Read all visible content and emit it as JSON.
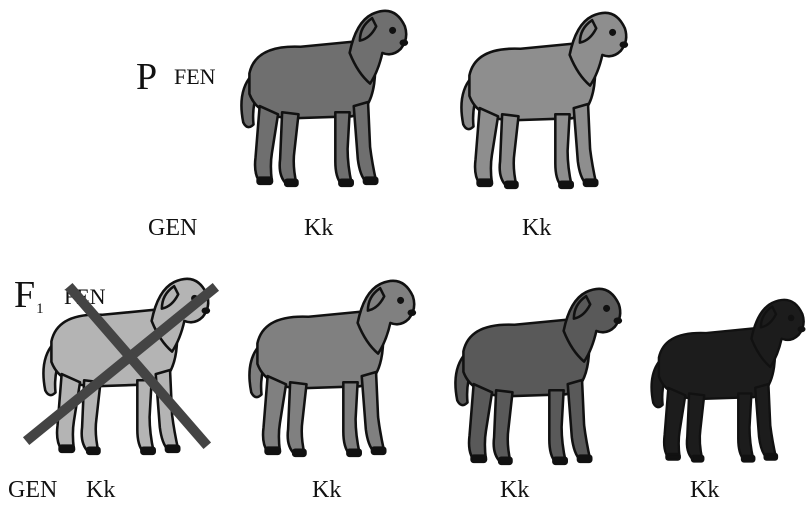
{
  "parental": {
    "generation_letter": "P",
    "phenotype_label": "FEN",
    "genotype_label": "GEN",
    "lambs": [
      {
        "genotype": "Kk",
        "shade": "#6f6f6f"
      },
      {
        "genotype": "Kk",
        "shade": "#8e8e8e"
      }
    ]
  },
  "filial": {
    "generation_letter": "F",
    "generation_subscript": "1",
    "phenotype_label": "FEN",
    "genotype_label": "GEN",
    "lambs": [
      {
        "genotype": "Kk",
        "shade": "#b4b4b4",
        "crossed_out": true
      },
      {
        "genotype": "Kk",
        "shade": "#808080",
        "crossed_out": false
      },
      {
        "genotype": "Kk",
        "shade": "#595959",
        "crossed_out": false
      },
      {
        "genotype": "Kk",
        "shade": "#1c1c1c",
        "crossed_out": false
      }
    ]
  },
  "colors": {
    "outline": "#111111",
    "cross_mark": "#444444"
  }
}
